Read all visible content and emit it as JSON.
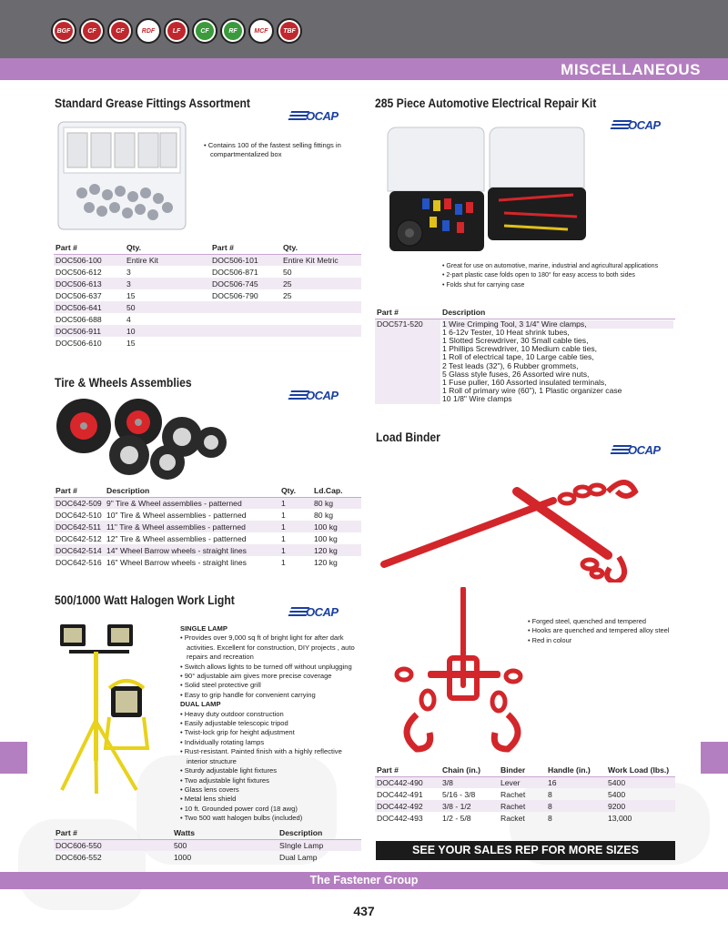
{
  "brands": [
    {
      "label": "BGF",
      "color": "#c0282d"
    },
    {
      "label": "CF",
      "color": "#c0282d"
    },
    {
      "label": "CF",
      "color": "#c0282d"
    },
    {
      "label": "RDF",
      "color": "#ffffff"
    },
    {
      "label": "LF",
      "color": "#c0282d"
    },
    {
      "label": "CF",
      "color": "#3a9a3c"
    },
    {
      "label": "RF",
      "color": "#3a9a3c"
    },
    {
      "label": "MCF",
      "color": "#ffffff"
    },
    {
      "label": "TBF",
      "color": "#c0282d"
    }
  ],
  "category": "MISCELLANEOUS",
  "logo_text": "OCAP",
  "grease": {
    "title": "Standard Grease Fittings Assortment",
    "bullets": [
      "Contains 100 of the fastest selling fittings in compartmentalized box"
    ],
    "headers": [
      "Part #",
      "Qty.",
      "Part #",
      "Qty."
    ],
    "rows": [
      [
        "DOC506-100",
        "Entire Kit",
        "DOC506-101",
        "Entire Kit Metric"
      ],
      [
        "DOC506-612",
        "3",
        "DOC506-871",
        "50"
      ],
      [
        "DOC506-613",
        "3",
        "DOC506-745",
        "25"
      ],
      [
        "DOC506-637",
        "15",
        "DOC506-790",
        "25"
      ],
      [
        "DOC506-641",
        "50",
        "",
        ""
      ],
      [
        "DOC506-688",
        "4",
        "",
        ""
      ],
      [
        "DOC506-911",
        "10",
        "",
        ""
      ],
      [
        "DOC506-610",
        "15",
        "",
        ""
      ]
    ]
  },
  "tire": {
    "title": "Tire & Wheels Assemblies",
    "headers": [
      "Part #",
      "Description",
      "Qty.",
      "Ld.Cap."
    ],
    "rows": [
      [
        "DOC642-509",
        "9\" Tire & Wheel assemblies - patterned",
        "1",
        "80 kg"
      ],
      [
        "DOC642-510",
        "10\" Tire & Wheel assemblies - patterned",
        "1",
        "80 kg"
      ],
      [
        "DOC642-511",
        "11\" Tire & Wheel assemblies - patterned",
        "1",
        "100 kg"
      ],
      [
        "DOC642-512",
        "12\" Tire & Wheel assemblies - patterned",
        "1",
        "100 kg"
      ],
      [
        "DOC642-514",
        "14\" Wheel Barrow wheels - straight lines",
        "1",
        "120 kg"
      ],
      [
        "DOC642-516",
        "16\" Wheel Barrow wheels - straight lines",
        "1",
        "120 kg"
      ]
    ]
  },
  "halogen": {
    "title": "500/1000 Watt Halogen Work Light",
    "single_label": "SINGLE LAMP",
    "single_bullets": [
      "Provides over 9,000 sq ft of bright light for after dark activities. Excellent for construction, DIY projects , auto repairs and recreation",
      "Switch allows lights to be turned off without unplugging",
      "90° adjustable aim gives more precise coverage",
      "Solid steel protective grill",
      "Easy to grip handle for convenient carrying"
    ],
    "dual_label": "DUAL LAMP",
    "dual_bullets": [
      "Heavy duty outdoor construction",
      "Easily adjustable telescopic tripod",
      "Twist-lock grip for height adjustment",
      "Individually rotating lamps",
      "Rust-resistant. Painted finish with a highly reflective interior structure",
      "Sturdy adjustable light fixtures",
      "Two adjustable light fixtures",
      "Glass lens covers",
      "Metal lens shield",
      "10 ft. Grounded power cord (18 awg)",
      "Two 500 watt halogen bulbs (included)"
    ],
    "headers": [
      "Part #",
      "Watts",
      "Description"
    ],
    "rows": [
      [
        "DOC606-550",
        "500",
        "SIngle Lamp"
      ],
      [
        "DOC606-552",
        "1000",
        "Dual Lamp"
      ]
    ]
  },
  "electrical": {
    "title": "285 Piece Automotive Electrical Repair Kit",
    "bullets": [
      "Great for use on automotive, marine, industrial and agricultural applications",
      "2-part plastic case folds open to 180° for easy access to both sides",
      "Folds shut for carrying case"
    ],
    "headers": [
      "Part #",
      "Description"
    ],
    "part": "DOC571-520",
    "desc_lines": [
      "1 Wire Crimping Tool, 3 1/4\" Wire clamps,",
      "1 6-12v Tester, 10 Heat shrink tubes,",
      "1 Slotted Screwdriver, 30 Small cable ties,",
      "1 Phillips Screwdriver, 10 Medium cable ties,",
      "1 Roll of electrical tape, 10 Large cable ties,",
      "2 Test leads (32\"), 6 Rubber grommets,",
      "5 Glass style fuses, 26 Assorted wire nuts,",
      "1 Fuse puller, 160 Assorted insulated terminals,",
      "1 Roll of primary wire (60\"), 1 Plastic organizer case",
      "10 1/8\" Wire clamps"
    ]
  },
  "binder": {
    "title": "Load Binder",
    "bullets": [
      "Forged steel, quenched and tempered",
      "Hooks are quenched and tempered alloy steel",
      "Red in colour"
    ],
    "headers": [
      "Part #",
      "Chain (in.)",
      "Binder",
      "Handle (in.)",
      "Work Load (lbs.)"
    ],
    "rows": [
      [
        "DOC442-490",
        "3/8",
        "Lever",
        "16",
        " 5400"
      ],
      [
        "DOC442-491",
        "5/16 - 3/8",
        "Rachet",
        "8",
        "5400"
      ],
      [
        "DOC442-492",
        "3/8 - 1/2",
        "Rachet",
        "8",
        "9200"
      ],
      [
        "DOC442-493",
        "1/2 - 5/8",
        "Racket",
        "8",
        "13,000"
      ]
    ]
  },
  "sales_rep": "SEE YOUR SALES REP FOR MORE SIZES",
  "footer": "The Fastener Group",
  "page_number": "437"
}
